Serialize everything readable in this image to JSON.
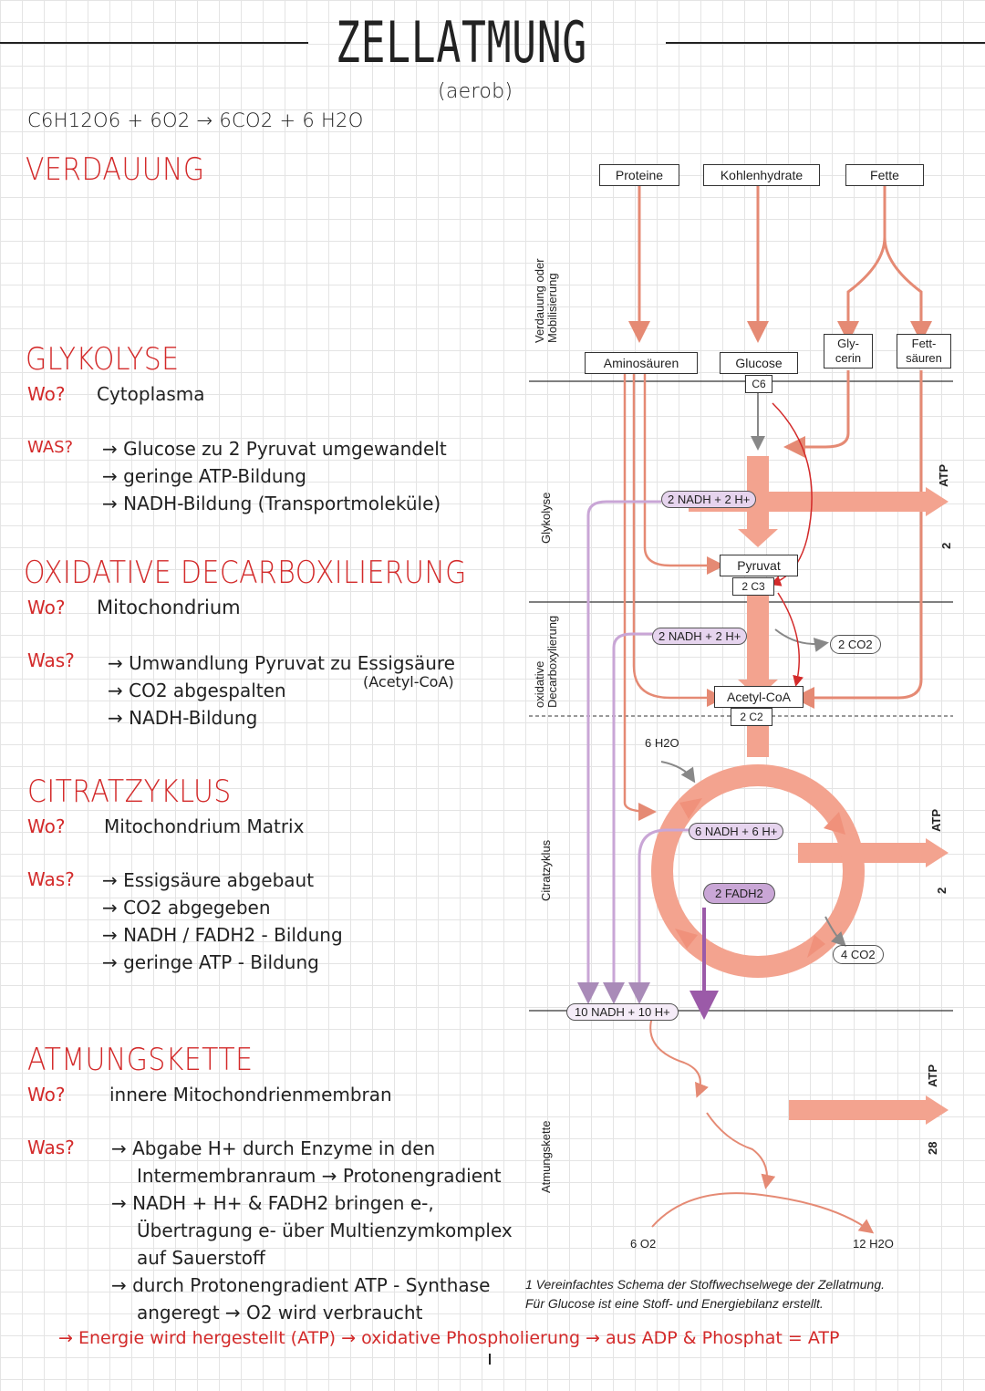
{
  "header": {
    "title": "ZELLATMUNG",
    "subtitle": "(aerob)",
    "equation": "C6H12O6 + 6O2 → 6CO2 + 6 H2O"
  },
  "sections": {
    "verdauung": {
      "heading": "VERDAUUNG"
    },
    "glykolyse": {
      "heading": "GLYKOLYSE",
      "wo_label": "Wo?",
      "wo": "Cytoplasma",
      "was_label": "WAS?",
      "points": [
        "→ Glucose zu 2 Pyruvat umgewandelt",
        "→ geringe ATP-Bildung",
        "→ NADH-Bildung (Transportmoleküle)"
      ]
    },
    "oxidative": {
      "heading": "OXIDATIVE DECARBOXILIERUNG",
      "wo_label": "Wo?",
      "wo": "Mitochondrium",
      "was_label": "Was?",
      "points": [
        "→ Umwandlung Pyruvat zu Essigsäure",
        "→ CO2 abgespalten",
        "→ NADH-Bildung"
      ],
      "note": "(Acetyl-CoA)"
    },
    "citrat": {
      "heading": "CITRATZYKLUS",
      "wo_label": "Wo?",
      "wo": "Mitochondrium Matrix",
      "was_label": "Was?",
      "points": [
        "→ Essigsäure abgebaut",
        "→ CO2 abgegeben",
        "→ NADH / FADH2 - Bildung",
        "→ geringe ATP - Bildung"
      ]
    },
    "atmung": {
      "heading": "ATMUNGSKETTE",
      "wo_label": "Wo?",
      "wo": "innere Mitochondrienmembran",
      "was_label": "Was?",
      "points": [
        "→ Abgabe H+ durch Enzyme in den",
        "Intermembranraum → Protonengradient",
        "→ NADH + H+ & FADH2 bringen e-,",
        "Übertragung e- über Multienzymkomplex",
        "auf Sauerstoff",
        "→ durch Protonengradient ATP - Synthase",
        "angeregt      → O2 wird verbraucht"
      ]
    }
  },
  "footer": {
    "line": "→ Energie wird hergestellt (ATP) → oxidative Phospholierung → aus ADP & Phosphat = ATP"
  },
  "diagram": {
    "boxes": {
      "proteine": "Proteine",
      "kohlenhydrate": "Kohlenhydrate",
      "fette": "Fette",
      "aminosaeuren": "Aminosäuren",
      "glucose": "Glucose",
      "c6": "C6",
      "glycerin": "Gly-\ncerin",
      "fettsaeuren": "Fett-\nsäuren",
      "pyruvat": "Pyruvat",
      "c3": "2 C3",
      "acetyl": "Acetyl-CoA",
      "c2": "2 C2"
    },
    "labels": {
      "nadh_glyk": "2 NADH + 2 H+",
      "nadh_ox": "2 NADH + 2 H+",
      "co2_ox": "2 CO2",
      "h2o_6": "6 H2O",
      "nadh_citrat": "6 NADH + 6 H+",
      "fadh2": "2 FADH2",
      "co2_citrat": "4 CO2",
      "nadh_total": "10 NADH + 10 H+",
      "o2": "6 O2",
      "h2o_12": "12 H2O",
      "atp_1": "ATP",
      "atp_1n": "2",
      "atp_2": "ATP",
      "atp_2n": "2",
      "atp_3": "ATP",
      "atp_3n": "28"
    },
    "side_labels": {
      "verdauung": "Verdauung oder Mobilisierung",
      "glykolyse": "Glykolyse",
      "oxidative": "oxidative Decarboxylierung",
      "citrat": "Citratzyklus",
      "atmung": "Atmungskette"
    },
    "caption_1": "1 Vereinfachtes Schema der Stoffwechselwege der Zellatmung.",
    "caption_2": "Für Glucose ist eine Stoff- und Energiebilanz erstellt.",
    "colors": {
      "salmon": "#f3a38f",
      "lilac": "#c9a6d6",
      "purple": "#9b5aa8",
      "red": "#d32a2a"
    }
  }
}
